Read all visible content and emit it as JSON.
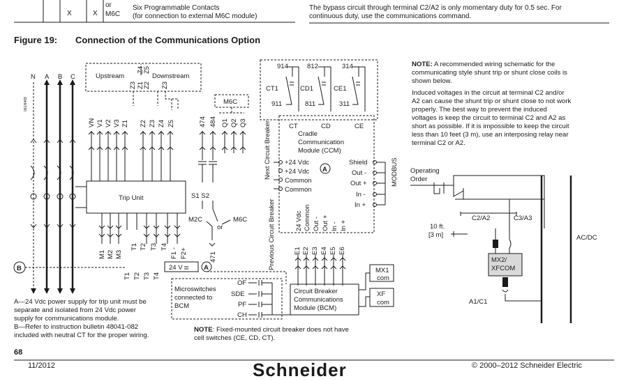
{
  "top_table": {
    "cells": [
      "X",
      "X"
    ],
    "or_label": "or",
    "m6c_label": "M6C",
    "desc_line1": "Six Programmable Contacts",
    "desc_line2": "(for connection to external M6C module)"
  },
  "top_right_note": {
    "line1": "The bypass circuit through terminal C2/A2 is only momentary duty for 0.5 sec. For",
    "line2": "continuous duty, use the communications command."
  },
  "figure": {
    "number": "Figure 19:",
    "title": "Connection of the Communications Option"
  },
  "diagram": {
    "phase_labels": [
      "N",
      "A",
      "B",
      "C"
    ],
    "vertical_ref": "061/8468",
    "upstream": "Upstream",
    "downstream": "Downstream",
    "top_terms": [
      "Z3",
      "Z4",
      "Z5",
      "Z1",
      "Z2",
      "Z3"
    ],
    "tu_terms": [
      "VN",
      "V1",
      "V2",
      "V3",
      "Z1",
      "Z2",
      "Z3",
      "Z4",
      "Z5"
    ],
    "m6c_box": "M6C",
    "m6c_terms": [
      "474",
      "484",
      "Q1",
      "Q2",
      "Q3"
    ],
    "trip_unit": "Trip Unit",
    "s1s2": "S1 S2",
    "m2c": "M2C",
    "or_word": "or",
    "m6c_right": "M6C",
    "t471": "471",
    "bottom_terms": [
      "M1",
      "M2",
      "M3",
      "T1",
      "T2",
      "T3",
      "T4",
      "F1 -",
      "F2+"
    ],
    "t_terms_left": [
      "T1",
      "T2",
      "T3",
      "T4"
    ],
    "v24": "24 V",
    "marker_a": "A",
    "marker_b": "B",
    "relays": [
      {
        "top": "914",
        "left": "CT1",
        "bottom": "911",
        "term": "CT"
      },
      {
        "top": "812",
        "left": "CD1",
        "bottom": "811",
        "term": "CD"
      },
      {
        "top": "314",
        "left": "CE1",
        "bottom": "311",
        "term": "CE"
      }
    ],
    "ccm_line1": "Cradle",
    "ccm_line2": "Communication",
    "ccm_line3": "Module (CCM)",
    "ccm_left": [
      "+24 Vdc",
      "+24 Vdc",
      "Common",
      "Common"
    ],
    "ccm_right": [
      "Shield",
      "Out -",
      "Out +",
      "In -",
      "In +"
    ],
    "modbus": "MODBUS",
    "next_cb": "Next Circuit Breaker",
    "prev_cb": "Previous Circuit Breaker",
    "bcm_terms": [
      "24 Vdc",
      "Common",
      "Out -",
      "Out +",
      "In -",
      "In +"
    ],
    "e_terms": [
      "E1",
      "E2",
      "E3",
      "E4",
      "E5",
      "E6"
    ],
    "bcm_line1": "Circuit Breaker",
    "bcm_line2": "Communications",
    "bcm_line3": "Module (BCM)",
    "micro_line1": "Microswitches",
    "micro_line2": "connected to",
    "micro_line3": "BCM",
    "micro_terms": [
      "OF",
      "SDE",
      "PF",
      "CH"
    ],
    "mx1": "MX1",
    "com1": "com",
    "xf": "XF",
    "com2": "com"
  },
  "notes_left": {
    "a_line1": "A—24 Vdc power supply for trip unit must be",
    "a_line2": "separate and isolated from 24 Vdc power",
    "a_line3": "supply for communications module.",
    "b_line1": "B—Refer to instruction bulletin 48041-082",
    "b_line2": "included with neutral CT for the proper wiring."
  },
  "note_bottom": {
    "bold": "NOTE",
    "text1": ": Fixed-mounted circuit breaker does not have",
    "text2": "cell switches (CE, CD, CT)."
  },
  "right_note": {
    "bold": "NOTE:",
    "p1_l1": " A recommended wiring schematic for the",
    "p1_l2": "communicating style shunt trip or shunt close coils is",
    "p1_l3": "shown below.",
    "p2_l1": "Induced voltages in the circuit at terminal C2 and/or",
    "p2_l2": "A2 can cause the shunt trip or shunt close to not work",
    "p2_l3": "properly. The best way to prevent the induced",
    "p2_l4": "voltages is keep the circuit to terminal C2 and A2 as",
    "p2_l5": "short as possible. If it is impossible to keep the circuit",
    "p2_l6": "less than 10 feet (3 m), use an interposing relay near",
    "p2_l7": "terminal C2 or A2."
  },
  "right_diagram": {
    "op_line1": "Operating",
    "op_line2": "Order",
    "c2a2": "C2/A2",
    "c3a3": "C3/A3",
    "ft": "10 ft.",
    "m": "[3 m]",
    "acdc": "AC/DC",
    "mx2_line1": "MX2/",
    "mx2_line2": "XFCOM",
    "a1c1": "A1/C1"
  },
  "footer": {
    "page": "68",
    "date": "11/2012",
    "brand": "Schneider",
    "copyright": "© 2000–2012 Schneider Electric"
  }
}
